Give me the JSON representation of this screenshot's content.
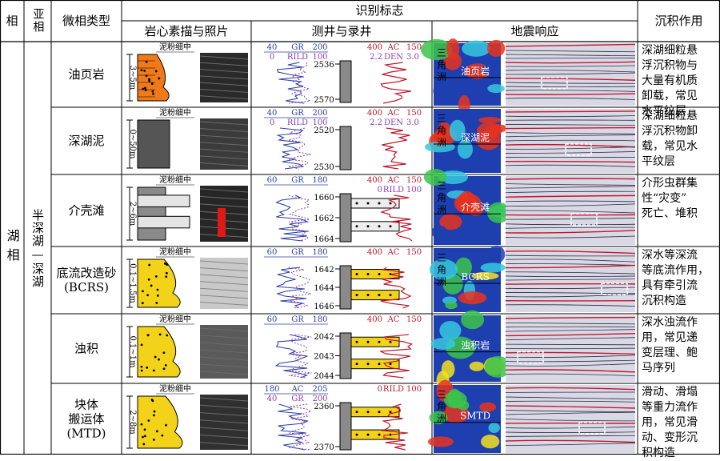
{
  "header": {
    "facies": "相",
    "subfacies": "亚相",
    "microfacies_type": "微相类型",
    "identification": "识别标志",
    "core_photo": "岩心素描与照片",
    "logging": "测井与录井",
    "seismic": "地震响应",
    "sedimentary_effect": "沉积作用"
  },
  "facies_label": "湖相",
  "subfacies_label": "半深湖—深湖",
  "grain_scale": "泥粉细中",
  "rows": [
    {
      "name": "油页岩",
      "thickness": "3~5m",
      "log_left": {
        "top": "GR",
        "bottom": "RILD",
        "min": "40",
        "max": "200",
        "min2": "0",
        "max2": "100"
      },
      "log_right": {
        "top": "AC",
        "bottom": "DEN",
        "min": "400",
        "max": "150",
        "min2": "2.2",
        "max2": "3.0"
      },
      "depths": [
        "2536",
        "2570"
      ],
      "seismic_labels": [
        "三角洲",
        "油页岩"
      ],
      "effect": "深湖细粒悬\n浮沉积物与\n大量有机质\n卸载，常见\n水平纹层"
    },
    {
      "name": "深湖泥",
      "thickness": "0~50m",
      "log_left": {
        "top": "GR",
        "bottom": "RILD",
        "min": "40",
        "max": "200",
        "min2": "0",
        "max2": "100"
      },
      "log_right": {
        "top": "AC",
        "bottom": "DEN",
        "min": "400",
        "max": "150",
        "min2": "2.2",
        "max2": "3.0"
      },
      "depths": [
        "2520",
        "2530"
      ],
      "seismic_labels": [
        "三角洲",
        "深湖泥"
      ],
      "effect": "深湖细粒悬\n浮沉积物卸\n载，常见水\n平纹层"
    },
    {
      "name": "介壳滩",
      "thickness": "2~6m",
      "log_left": {
        "top": "GR",
        "min": "60",
        "max": "180"
      },
      "log_right": {
        "top": "AC",
        "bottom": "RILD",
        "min": "400",
        "max": "150",
        "min2": "0",
        "max2": "100"
      },
      "depths": [
        "1660",
        "1662",
        "1664"
      ],
      "seismic_labels": [
        "三角洲",
        "介壳滩"
      ],
      "effect": "介形虫群集\n性“灾变”\n死亡、堆积"
    },
    {
      "name": "底流改造砂\n(BCRS)",
      "thickness": "0.1~1.5m",
      "log_left": {
        "top": "GR",
        "min": "60",
        "max": "180"
      },
      "log_right": {
        "top": "AC",
        "min": "400",
        "max": "150"
      },
      "depths": [
        "1642",
        "1644",
        "1646"
      ],
      "seismic_labels": [
        "三角洲",
        "BCRS"
      ],
      "effect": "深水等深流\n等底流作用，\n具有牵引流\n沉积构造"
    },
    {
      "name": "浊积",
      "thickness": "0.1~1m",
      "log_left": {
        "top": "GR",
        "min": "60",
        "max": "180"
      },
      "log_right": {
        "top": "AC",
        "min": "400",
        "max": "150"
      },
      "depths": [
        "2042",
        "2043",
        "2044"
      ],
      "seismic_labels": [
        "浊积岩"
      ],
      "effect": "深水浊流作\n用，常见递\n变层理、鲍\n马序列"
    },
    {
      "name": "块体\n搬运体\n(MTD)",
      "thickness": "2~8m",
      "log_left": {
        "top": "AC",
        "bottom": "GR",
        "min": "180",
        "max": "205",
        "min2": "40",
        "max2": "200"
      },
      "log_right": {
        "top": "RILD",
        "min": "0",
        "max": "100"
      },
      "depths": [
        "2360",
        "2370"
      ],
      "seismic_labels": [
        "三角洲",
        "SMTD"
      ],
      "effect": "滑动、滑塌\n等重力流作\n用，常见滑\n动、变形沉\n积构造"
    }
  ],
  "colors": {
    "gr_curve": "#2b3fa8",
    "ac_curve": "#c0182a",
    "rild_curve": "#8a3db0",
    "shale_orange": "#f07a1a",
    "sand_yellow": "#f3d21a",
    "mud_gray": "#6d6d6d"
  }
}
